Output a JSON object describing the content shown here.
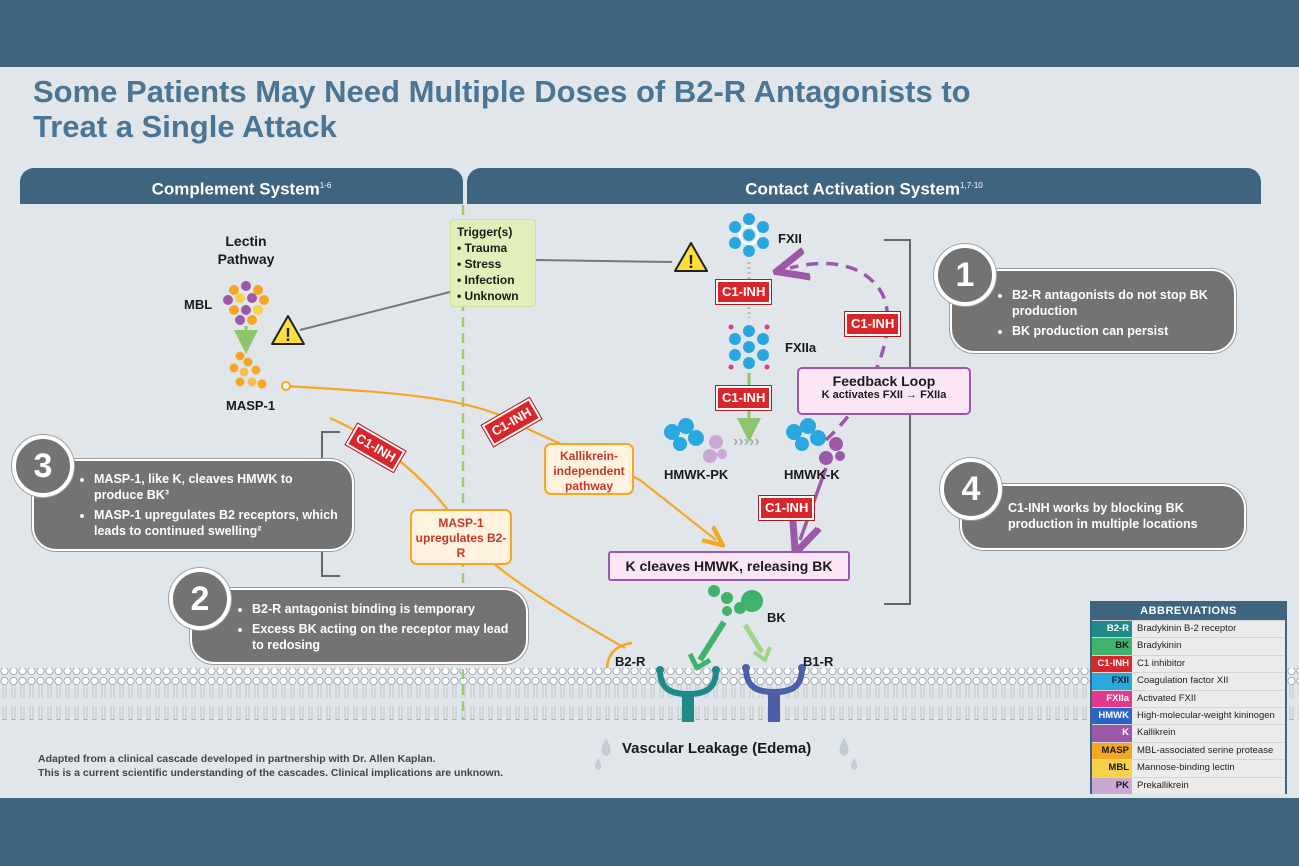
{
  "title": "Some Patients May Need Multiple Doses of B2-R Antagonists to Treat a Single Attack",
  "tabs": {
    "complement": "Complement System",
    "complement_ref": "1-6",
    "contact": "Contact Activation System",
    "contact_ref": "1,7-10"
  },
  "labels": {
    "lectin_pathway": "Lectin Pathway",
    "mbl": "MBL",
    "masp1": "MASP-1",
    "fxii": "FXII",
    "fxiia": "FXIIa",
    "hmwk_pk": "HMWK-PK",
    "hmwk_k": "HMWK-K",
    "bk": "BK",
    "b2r": "B2-R",
    "b1r": "B1-R",
    "vascular": "Vascular Leakage (Edema)",
    "c1inh": "C1-INH"
  },
  "trigger": {
    "title": "Trigger(s)",
    "items": [
      "Trauma",
      "Stress",
      "Infection",
      "Unknown"
    ]
  },
  "boxes": {
    "kallikrein_independent": "Kallikrein-independent pathway",
    "masp_upregulates": "MASP-1 upregulates B2-R",
    "feedback_title": "Feedback Loop",
    "feedback_sub": "K activates FXII → FXIIa",
    "k_cleaves": "K cleaves HMWK, releasing BK"
  },
  "callouts": [
    {
      "num": "1",
      "items": [
        "B2-R antagonists do not stop BK production",
        "BK production can persist"
      ]
    },
    {
      "num": "2",
      "items": [
        "B2-R antagonist binding is temporary",
        "Excess BK acting on the receptor may lead to redosing"
      ]
    },
    {
      "num": "3",
      "items": [
        "MASP-1, like K, cleaves HMWK to produce BK³",
        "MASP-1 upregulates B2 receptors, which leads to continued swelling²"
      ]
    },
    {
      "num": "4",
      "items": [
        "C1-INH works by blocking BK production in multiple locations"
      ]
    }
  ],
  "abbreviations": {
    "header": "ABBREVIATIONS",
    "rows": [
      {
        "code": "B2-R",
        "desc": "Bradykinin B-2 receptor",
        "color": "#1f8a8a",
        "fg": "#ffffff"
      },
      {
        "code": "BK",
        "desc": "Bradykinin",
        "color": "#3fb26b",
        "fg": "#1a1a1a"
      },
      {
        "code": "C1-INH",
        "desc": "C1 inhibitor",
        "color": "#d9262b",
        "fg": "#ffffff"
      },
      {
        "code": "FXII",
        "desc": "Coagulation factor XII",
        "color": "#29a8e0",
        "fg": "#1a1a1a"
      },
      {
        "code": "FXIIa",
        "desc": "Activated FXII",
        "color": "#e0398e",
        "fg": "#ffffff"
      },
      {
        "code": "HMWK",
        "desc": "High-molecular-weight kininogen",
        "color": "#2b64c8",
        "fg": "#ffffff"
      },
      {
        "code": "K",
        "desc": "Kallikrein",
        "color": "#9b59a8",
        "fg": "#ffffff"
      },
      {
        "code": "MASP",
        "desc": "MBL-associated serine protease",
        "color": "#f5a623",
        "fg": "#1a1a1a"
      },
      {
        "code": "MBL",
        "desc": "Mannose-binding lectin",
        "color": "#f7d14a",
        "fg": "#1a1a1a"
      },
      {
        "code": "PK",
        "desc": "Prekallikrein",
        "color": "#c9a8d2",
        "fg": "#1a1a1a"
      }
    ]
  },
  "footnote": {
    "line1": "Adapted from a clinical cascade developed in partnership with Dr. Allen Kaplan.",
    "line2": "This is a current scientific understanding of the cascades. Clinical implications are unknown."
  },
  "colors": {
    "brand": "#3e6480",
    "title": "#4a7593",
    "c1inh": "#d9262b",
    "masp": "#f5a623",
    "kallikrein": "#9b59a8",
    "bk": "#3fb26b",
    "fxii": "#29a8e0",
    "b2r": "#1f8a8a",
    "b1r": "#4a5fa8"
  }
}
